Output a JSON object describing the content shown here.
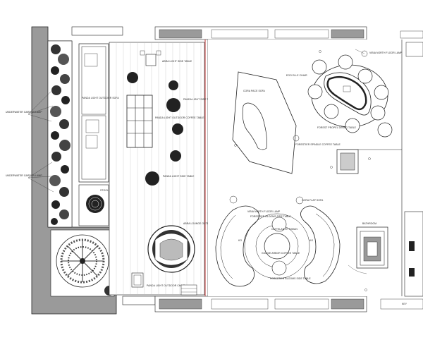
{
  "labels": {
    "underwater_garden_lamp_1": "UNDERWATER GARDEN LAMP",
    "underwater_garden_lamp_2": "UNDERWATER GARDEN LAMP",
    "panda_lights_sofa": "PANDA LIGHT OUTDOOR SOFA",
    "coffee_table_outdoor": "PANDA LIGHT OUTDOOR COFFEE TABLE",
    "side_tables": "ABRA LIGHT SIDE TABLE",
    "side_tables_2": "PANDA LIGHT SIDE TABLE",
    "side_tables_3": "PANDA LIGHT SIDE TABLE",
    "stool_left": "STOOL",
    "daybed_label": "ABRA LOUNGE OUTDOOR SOFA",
    "outdoor_chair_label": "PANDA LIGHT OUTDOOR CHAIR",
    "cora_sofa_label": "CORA PACE SOFA",
    "forest_coffee_table": "FORESTIER SPINDLE COFFEE TABLE",
    "dining_chair_label": "EGO ELLE CHAIR",
    "dining_table_label": "FOREST PROPEL DINING TABLE",
    "floor_lamp_dining": "VIBIA NORTH FLOOR LAMP",
    "floor_lamp_lounge": "VIBIA NORTH FLOOR LAMP",
    "side_table_lounge": "FORESTIER BLOOMS SIDE TABLE",
    "cora_flap_sofa": "CORA FLAP SOFA",
    "ottoman_label": "CATTELAN OTTOMAN",
    "coffee_table_center": "GOLDIE ARBOR COFFEE TABLE",
    "sofa_bottom": "FORESTIER BLOOMS SIDE TABLE",
    "bathroom_label": "BATHROOM",
    "key_label": "KEY",
    "ko_left": "KO",
    "ko_right": "KO"
  },
  "colors": {
    "wall": "#9a9a9a",
    "ink": "#222222",
    "deck_line": "#bbbbbb",
    "floor": "#ffffff",
    "accent_red": "#b33"
  },
  "icons": [
    "tree-icon",
    "plant-icon",
    "sofa-icon",
    "table-icon",
    "chair-icon",
    "lamp-icon",
    "rug-icon",
    "bathtub-icon"
  ]
}
